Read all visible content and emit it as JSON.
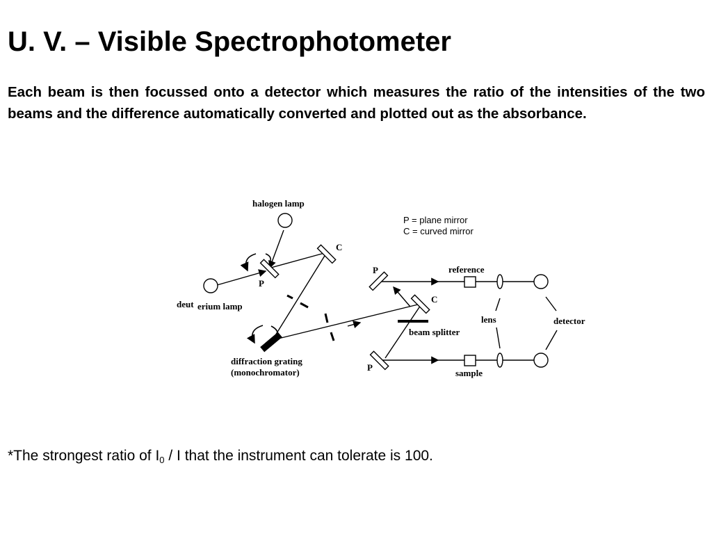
{
  "slide": {
    "title": "U. V. – Visible Spectrophotometer",
    "body": "Each beam is then focussed onto a detector which measures the ratio of the intensities of the two beams and the difference automatically converted and plotted out as the absorbance."
  },
  "diagram": {
    "labels": {
      "halogen_lamp": "halogen lamp",
      "deuterium_lamp_a": "deut",
      "deuterium_lamp_b": "erium lamp",
      "diffraction_grating": "diffraction grating",
      "monochromator": "(monochromator)",
      "p_top_left": "P",
      "c_top": "C",
      "p_top_right": "P",
      "c_right": "C",
      "p_bottom": "P",
      "reference": "reference",
      "sample": "sample",
      "beam_splitter": "beam splitter",
      "lens": "lens",
      "detector": "detector"
    },
    "legend": {
      "plane_mirror": "P = plane mirror",
      "curved_mirror": "C = curved mirror"
    }
  },
  "footnote": {
    "prefix": "*The strongest ratio of I",
    "subscript": "0",
    "suffix": " / I that the instrument can tolerate is 100."
  }
}
